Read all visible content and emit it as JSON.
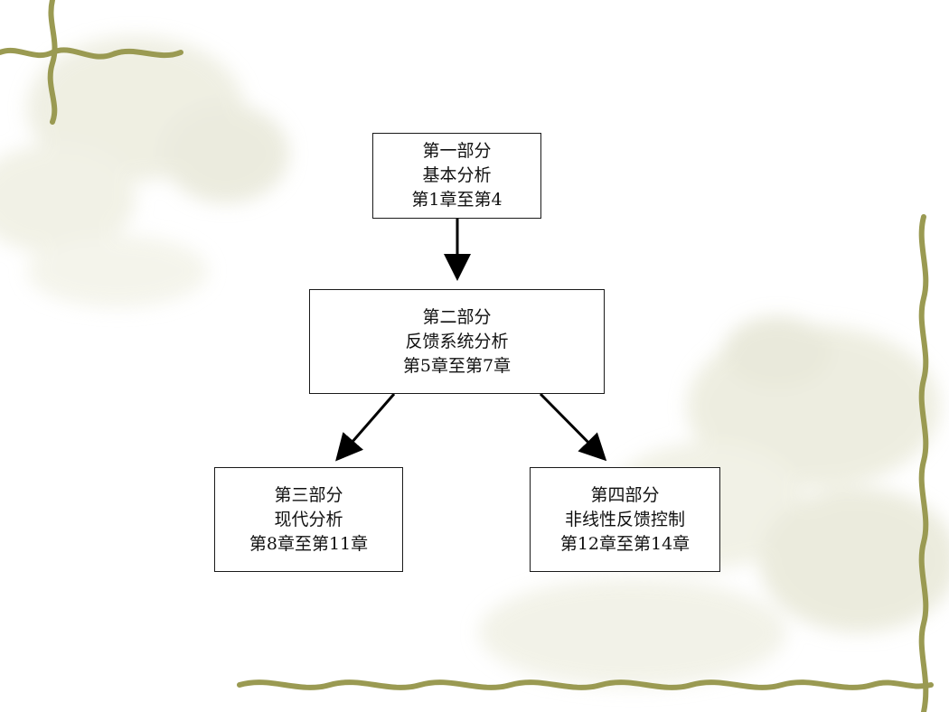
{
  "diagram": {
    "nodes": [
      {
        "id": "part1",
        "lines": [
          "第一部分",
          "基本分析",
          "第1章至第4"
        ]
      },
      {
        "id": "part2",
        "lines": [
          "第二部分",
          "反馈系统分析",
          "第5章至第7章"
        ]
      },
      {
        "id": "part3",
        "lines": [
          "第三部分",
          "现代分析",
          "第8章至第11章"
        ]
      },
      {
        "id": "part4",
        "lines": [
          "第四部分",
          "非线性反馈控制",
          "第12章至第14章"
        ]
      }
    ],
    "edges": [
      {
        "from": "part1",
        "to": "part2"
      },
      {
        "from": "part2",
        "to": "part3"
      },
      {
        "from": "part2",
        "to": "part4"
      }
    ]
  },
  "colors": {
    "vine": "#9a9a52",
    "blossom": "#e4e4d2",
    "box_border": "#1a1a1a",
    "arrow": "#000000"
  }
}
